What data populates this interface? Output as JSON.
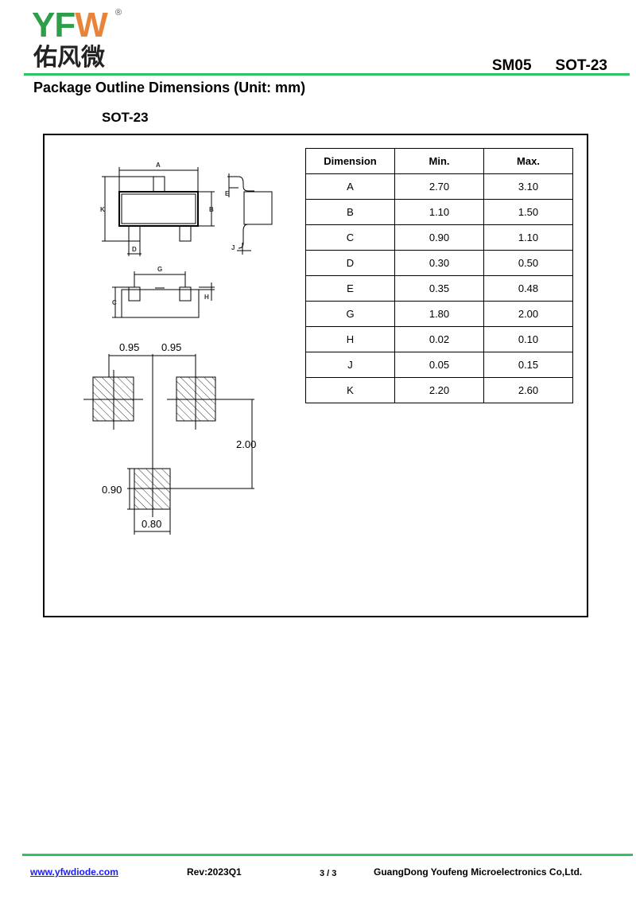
{
  "header": {
    "logo_letters": "YFW",
    "logo_cn": "佑风微",
    "part": "SM05",
    "package": "SOT-23"
  },
  "title": "Package Outline Dimensions (Unit: mm)",
  "subtitle": "SOT-23",
  "drawing": {
    "labels": {
      "A": "A",
      "B": "B",
      "K": "K",
      "D": "D",
      "E": "E",
      "J": "J",
      "G": "G",
      "C": "C",
      "H": "H"
    },
    "footprint": {
      "pitch_left": "0.95",
      "pitch_right": "0.95",
      "height": "2.00",
      "pad_h": "0.90",
      "pad_w": "0.80"
    }
  },
  "table": {
    "headers": [
      "Dimension",
      "Min.",
      "Max."
    ],
    "rows": [
      [
        "A",
        "2.70",
        "3.10"
      ],
      [
        "B",
        "1.10",
        "1.50"
      ],
      [
        "C",
        "0.90",
        "1.10"
      ],
      [
        "D",
        "0.30",
        "0.50"
      ],
      [
        "E",
        "0.35",
        "0.48"
      ],
      [
        "G",
        "1.80",
        "2.00"
      ],
      [
        "H",
        "0.02",
        "0.10"
      ],
      [
        "J",
        "0.05",
        "0.15"
      ],
      [
        "K",
        "2.20",
        "2.60"
      ]
    ]
  },
  "footer": {
    "url": "www.yfwdiode.com",
    "rev": "Rev:2023Q1",
    "page": "3 / 3",
    "company": "GuangDong Youfeng Microelectronics Co,Ltd."
  },
  "colors": {
    "green": "#2e9e48",
    "orange": "#e8843a",
    "rule": "#2ec463"
  }
}
